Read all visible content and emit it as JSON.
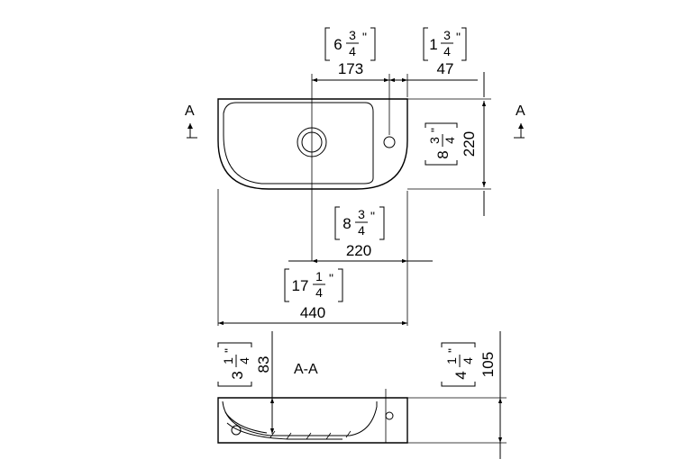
{
  "diagram": {
    "section_marker_left": "A",
    "section_marker_right": "A",
    "section_title": "A-A",
    "dimensions": {
      "tap_offset": {
        "mm": "173",
        "inch_whole": "6",
        "inch_num": "3",
        "inch_den": "4",
        "inch_mark": "\""
      },
      "overflow_offset": {
        "mm": "47",
        "inch_whole": "1",
        "inch_num": "3",
        "inch_den": "4",
        "inch_mark": "\""
      },
      "depth": {
        "mm": "220",
        "inch_whole": "8",
        "inch_num": "3",
        "inch_den": "4",
        "inch_mark": "\""
      },
      "half_width": {
        "mm": "220",
        "inch_whole": "8",
        "inch_num": "3",
        "inch_den": "4",
        "inch_mark": "\""
      },
      "width": {
        "mm": "440",
        "inch_whole": "17",
        "inch_num": "1",
        "inch_den": "4",
        "inch_mark": "\""
      },
      "bowl_height": {
        "mm": "83",
        "inch_whole": "3",
        "inch_num": "1",
        "inch_den": "4",
        "inch_mark": "\""
      },
      "total_height": {
        "mm": "105",
        "inch_whole": "4",
        "inch_num": "1",
        "inch_den": "4",
        "inch_mark": "\""
      }
    }
  }
}
